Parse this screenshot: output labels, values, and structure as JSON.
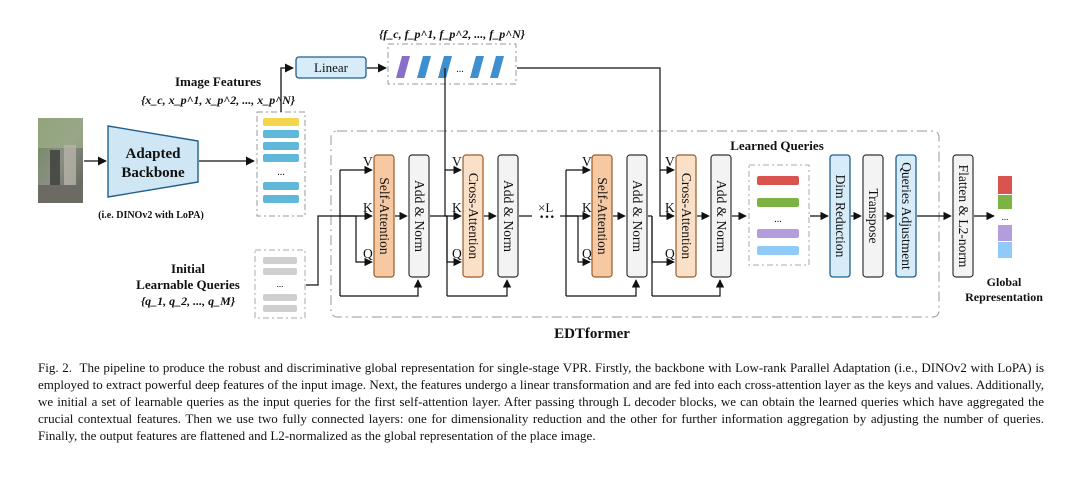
{
  "diagram": {
    "image_features_label": "Image Features",
    "image_features_set": "{x_c, x_p^1, x_p^2, ..., x_p^N}",
    "adapted_backbone_line1": "Adapted",
    "adapted_backbone_line2": "Backbone",
    "backbone_note": "(i.e. DINOv2 with LoPA)",
    "linear": "Linear",
    "features_set": "{f_c, f_p^1, f_p^2, ..., f_p^N}",
    "learned_queries": "Learned Queries",
    "initial_queries_line1": "Initial",
    "initial_queries_line2": "Learnable Queries",
    "queries_set": "{q_1, q_2, ..., q_M}",
    "self_attention": "Self-Attention",
    "cross_attention": "Cross-Attention",
    "add_norm": "Add & Norm",
    "repeat": "×L",
    "dim_reduction": "Dim Reduction",
    "transpose": "Transpose",
    "queries_adjustment": "Queries Adjustment",
    "flatten_norm": "Flatten & L2-norm",
    "global_rep_line1": "Global",
    "global_rep_line2": "Representation",
    "edtformer": "EDTformer",
    "v": "V",
    "k": "K",
    "q": "Q",
    "ellipsis": "···",
    "dots": "..."
  },
  "colors": {
    "self_attention": "#f7c9a3",
    "cross_attention": "#fbe0c8",
    "blue_box": "#d6ecf8",
    "stroke_blue": "#1f5f8e",
    "feature_yellow": "#f3d54e",
    "feature_blue": "#5fb8d9"
  },
  "caption": {
    "fig": "Fig. 2.",
    "text": "The pipeline to produce the robust and discriminative global representation for single-stage VPR. Firstly, the backbone with Low-rank Parallel Adaptation (i.e., DINOv2 with LoPA) is employed to extract powerful deep features of the input image. Next, the features undergo a linear transformation and are fed into each cross-attention layer as the keys and values. Additionally, we initial a set of learnable queries as the input queries for the first self-attention layer. After passing through L decoder blocks, we can obtain the learned queries which have aggregated the crucial contextual features. Then we use two fully connected layers: one for dimensionality reduction and the other for further information aggregation by adjusting the number of queries. Finally, the output features are flattened and L2-normalized as the global representation of the place image."
  }
}
